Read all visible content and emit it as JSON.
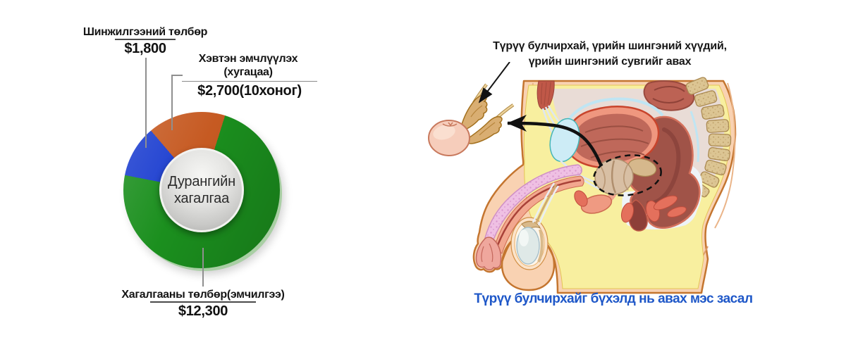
{
  "chart_data": {
    "type": "pie",
    "donut": true,
    "title": "",
    "categories": [
      "Шинжилгээний төлбөр",
      "Хэвтэн эмчлүүлэх (хугацаа)",
      "Хагалгааны төлбөр(эмчилгээ)"
    ],
    "values": [
      1800,
      2700,
      12300
    ],
    "value_labels": [
      "$1,800",
      "$2,700(10хоног)",
      "$12,300"
    ],
    "colors": [
      "#1c3ed0",
      "#c65a22",
      "#1b8f1e"
    ],
    "start_angle_deg": 281,
    "total": 16800,
    "center_label": "Дурангийн хагалгаа",
    "legend_position": "none",
    "grid": false
  },
  "left_chart": {
    "labels": [
      {
        "name": "Шинжилгээний төлбөр",
        "value": "$1,800"
      },
      {
        "name": "Хэвтэн эмчлүүлэх (хугацаа)",
        "value": "$2,700(10хоног)"
      },
      {
        "name": "Хагалгааны төлбөр(эмчилгээ)",
        "value": "$12,300"
      }
    ],
    "center_line1": "Дурангийн",
    "center_line2": "хагалгаа"
  },
  "anatomy_panel": {
    "pointer_label_line1": "Түрүү булчирхай, үрийн шингэний хүүдий,",
    "pointer_label_line2": "үрийн шингэний сувгийг авах",
    "caption": "Түрүү булчирхайг бүхэлд нь авах мэс засал",
    "caption_color": "#1e57c8"
  }
}
